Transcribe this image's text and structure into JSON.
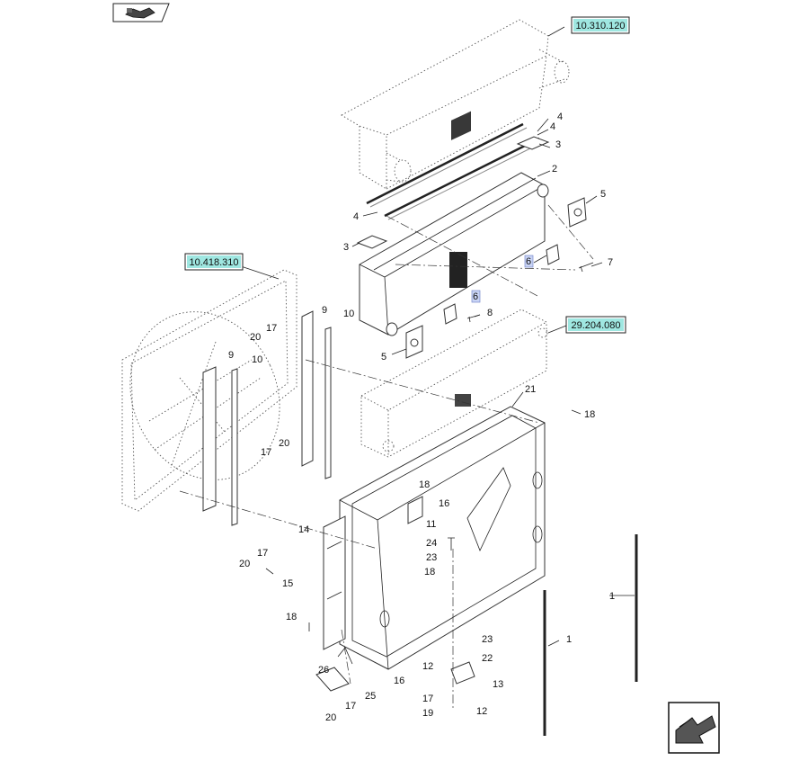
{
  "references": [
    {
      "id": "ref-top",
      "text": "10.310.120"
    },
    {
      "id": "ref-left",
      "text": "10.418.310"
    },
    {
      "id": "ref-right",
      "text": "29.204.080"
    }
  ],
  "callouts": [
    {
      "text": "4"
    },
    {
      "text": "4"
    },
    {
      "text": "3"
    },
    {
      "text": "2"
    },
    {
      "text": "4"
    },
    {
      "text": "5"
    },
    {
      "text": "3"
    },
    {
      "text": "6"
    },
    {
      "text": "7"
    },
    {
      "text": "6"
    },
    {
      "text": "8"
    },
    {
      "text": "5"
    },
    {
      "text": "9"
    },
    {
      "text": "10"
    },
    {
      "text": "17"
    },
    {
      "text": "20"
    },
    {
      "text": "9"
    },
    {
      "text": "10"
    },
    {
      "text": "20"
    },
    {
      "text": "17"
    },
    {
      "text": "21"
    },
    {
      "text": "18"
    },
    {
      "text": "18"
    },
    {
      "text": "16"
    },
    {
      "text": "11"
    },
    {
      "text": "14"
    },
    {
      "text": "17"
    },
    {
      "text": "20"
    },
    {
      "text": "15"
    },
    {
      "text": "24"
    },
    {
      "text": "23"
    },
    {
      "text": "18"
    },
    {
      "text": "1"
    },
    {
      "text": "18"
    },
    {
      "text": "1"
    },
    {
      "text": "23"
    },
    {
      "text": "22"
    },
    {
      "text": "12"
    },
    {
      "text": "16"
    },
    {
      "text": "26"
    },
    {
      "text": "13"
    },
    {
      "text": "17"
    },
    {
      "text": "25"
    },
    {
      "text": "17"
    },
    {
      "text": "19"
    },
    {
      "text": "12"
    },
    {
      "text": "20"
    }
  ]
}
